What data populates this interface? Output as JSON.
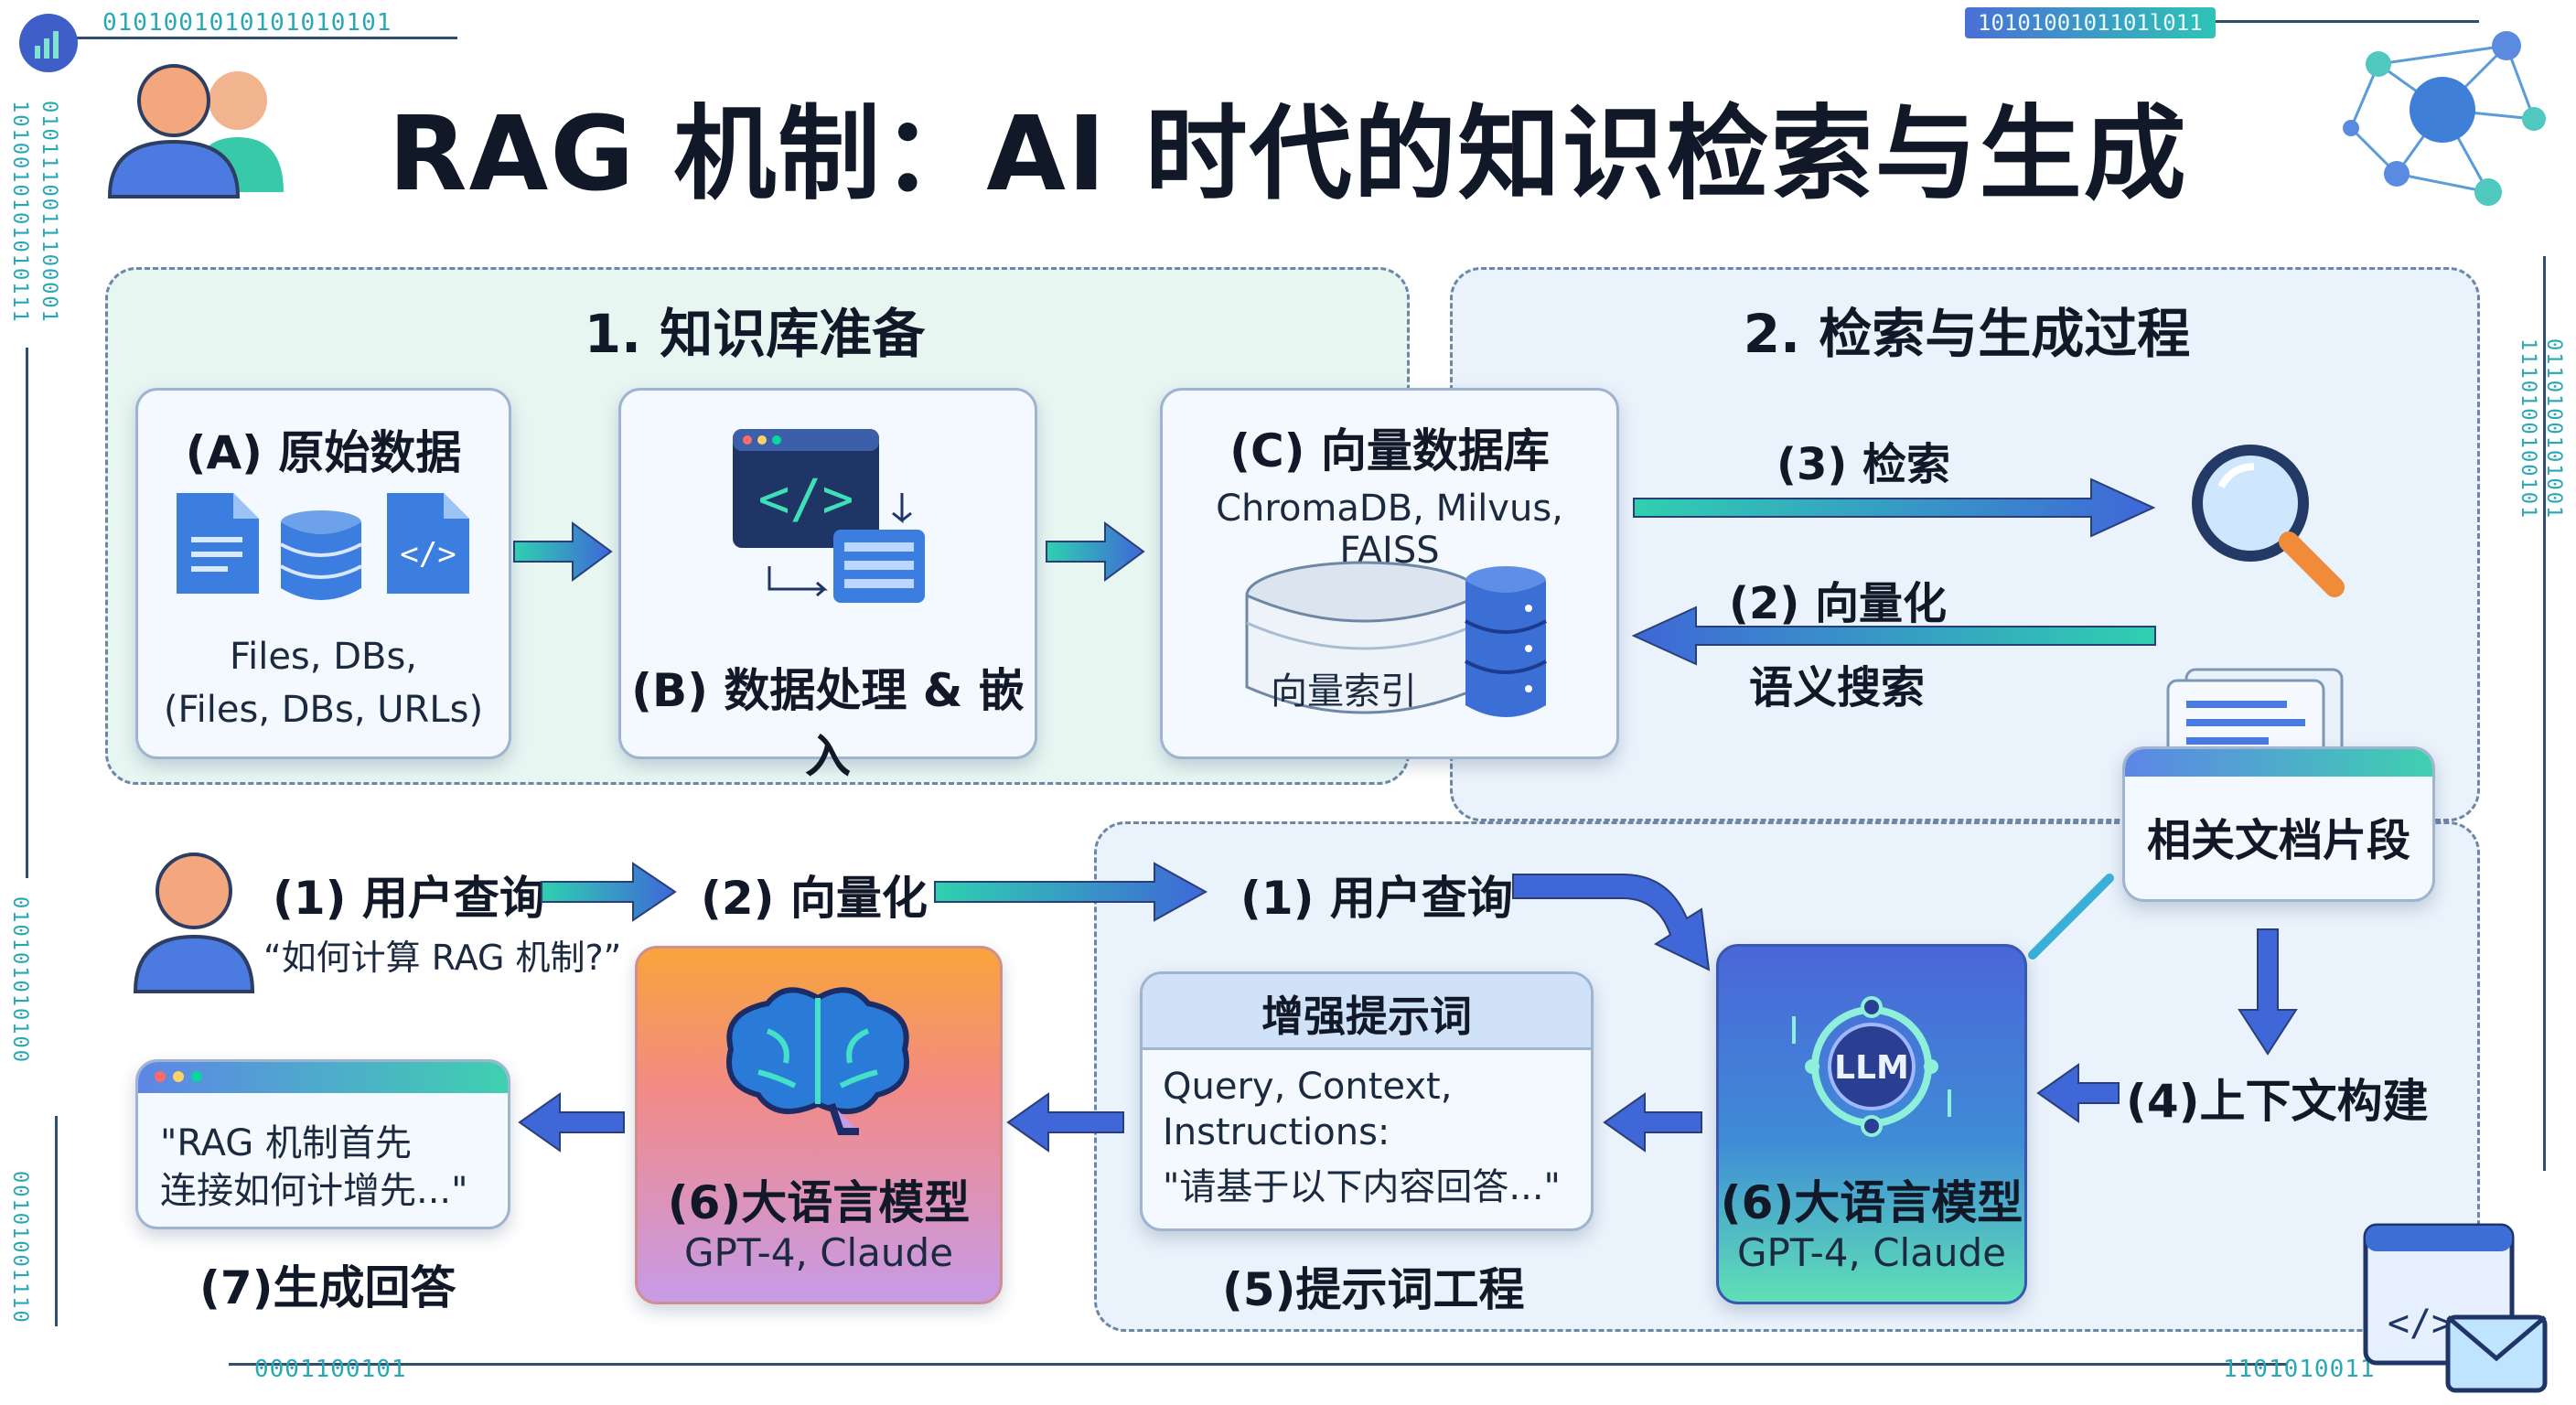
{
  "title": "RAG 机制：AI 时代的知识检索与生成",
  "decor": {
    "bin_top_left": "0101001010101010101",
    "bin_top_right": "1010100101101l011",
    "bin_bottom_left": "0001100101",
    "bin_bottom_right": "1101010011",
    "bin_left_vertical": "1010010101010111",
    "bin_left_vertical2": "0101110011100001",
    "bin_left_lower": "010101010100",
    "bin_left_bottom": "00101001110",
    "bin_right_vertical": "1110100100101",
    "bin_right_vertical2": "0110100101001"
  },
  "section1": {
    "title": "1. 知识库准备",
    "card_a": {
      "title": "(A) 原始数据",
      "line1": "Files, DBs,",
      "line2": "(Files, DBs, URLs)"
    },
    "card_b": {
      "title": "(B) 数据处理 & 嵌入"
    },
    "card_c": {
      "title": "(C) 向量数据库",
      "subtitle": "ChromaDB, Milvus, FAISS",
      "index_label": "向量索引"
    }
  },
  "section2": {
    "title": "2. 检索与生成过程",
    "retrieve_label": "(3) 检索",
    "vectorize_label": "(2) 向量化",
    "semantic_label": "语义搜索",
    "docs_card": "相关文档片段",
    "context_label": "(4)上下文构建",
    "user_query2": "(1) 用户查询",
    "prompt_card": {
      "header": "增强提示词",
      "line1": "Query, Context,",
      "line2": "Instructions:",
      "line3": "\"请基于以下内容回答...\""
    },
    "prompt_caption": "(5)提示词工程",
    "llm_right": {
      "badge": "LLM",
      "title": "(6)大语言模型",
      "subtitle": "GPT-4, Claude"
    }
  },
  "flow": {
    "user_query": "(1) 用户查询",
    "user_question": "“如何计算 RAG 机制?”",
    "vectorize": "(2) 向量化",
    "llm_left": {
      "title": "(6)大语言模型",
      "subtitle": "GPT-4, Claude"
    },
    "answer": {
      "line1": "\"RAG 机制首先",
      "line2": "连接如何计增先...\"",
      "caption": "(7)生成回答"
    }
  },
  "colors": {
    "arrow_blue": "#3f67d8",
    "arrow_teal": "#2fd0b0",
    "card_border": "#9fb4cf",
    "section1_bg": "#e8f6f2",
    "section2_bg": "#eaf2fb"
  }
}
